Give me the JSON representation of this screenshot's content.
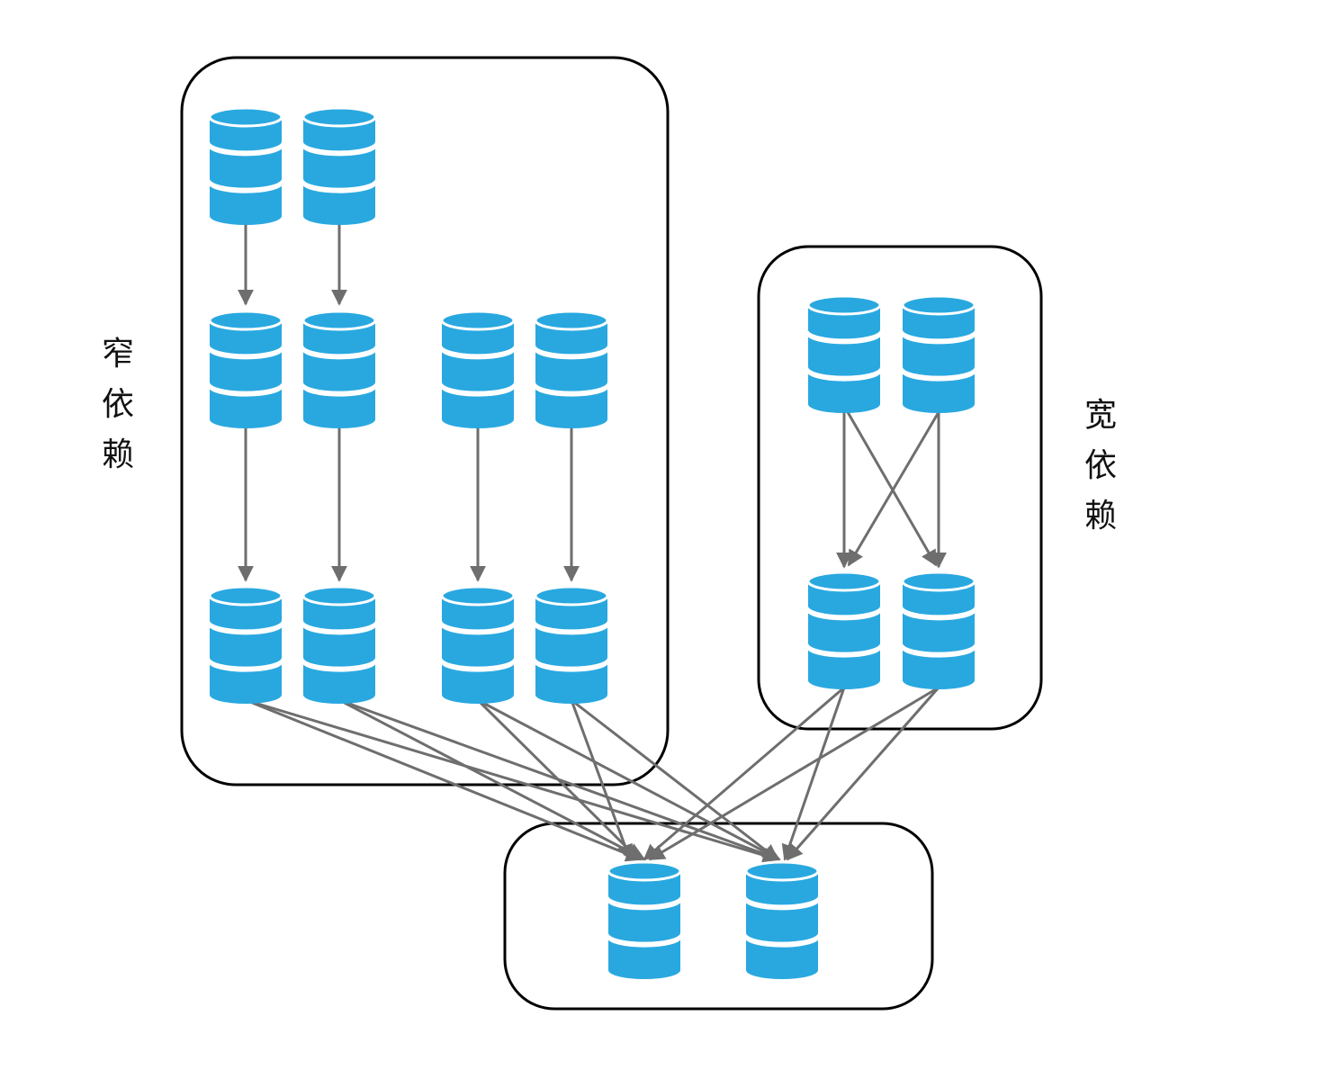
{
  "labels": {
    "narrow": [
      "窄",
      "依",
      "赖"
    ],
    "wide": [
      "宽",
      "依",
      "赖"
    ]
  },
  "colors": {
    "database": "#29a8e0",
    "arrow": "#6e6e6e",
    "frame": "#000000"
  }
}
